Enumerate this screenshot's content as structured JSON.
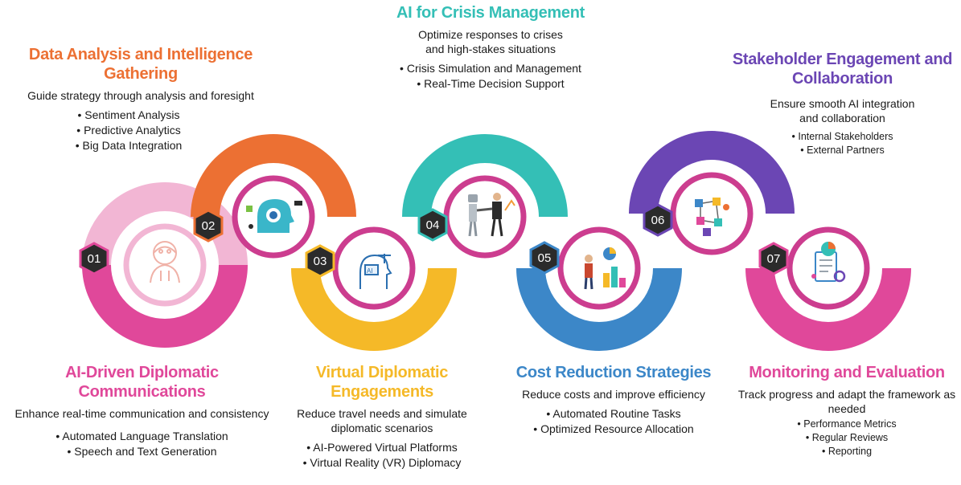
{
  "colors": {
    "s1": "#e0489a",
    "s1_light": "#f2b6d4",
    "s2": "#ec7033",
    "s3": "#f5b928",
    "s4": "#34bfb6",
    "s5": "#3c87c8",
    "s6": "#6b46b4",
    "s7": "#e0489a",
    "ring": "#cc3d8f",
    "hex": "#2b2b2b"
  },
  "steps": [
    {
      "num": "01",
      "icon": "ai-humanoid-icon",
      "title": "AI-Driven Diplomatic Communications",
      "description": "Enhance real-time communication and consistency",
      "bullets": [
        "Automated Language Translation",
        "Speech and Text Generation"
      ]
    },
    {
      "num": "02",
      "icon": "ai-head-gear-icon",
      "title": "Data Analysis and Intelligence Gathering",
      "description": "Guide strategy through analysis and foresight",
      "bullets": [
        "Sentiment Analysis",
        "Predictive Analytics",
        "Big Data Integration"
      ]
    },
    {
      "num": "03",
      "icon": "ai-scales-icon",
      "title": "Virtual Diplomatic Engagements",
      "description": "Reduce travel needs and simulate diplomatic scenarios",
      "bullets": [
        "AI-Powered Virtual Platforms",
        "Virtual Reality (VR) Diplomacy"
      ]
    },
    {
      "num": "04",
      "icon": "robot-handshake-icon",
      "title": "AI for Crisis Management",
      "description": "Optimize responses to crises and high-stakes situations",
      "bullets": [
        "Crisis Simulation and Management",
        "Real-Time Decision Support"
      ]
    },
    {
      "num": "05",
      "icon": "cost-reduction-team-icon",
      "title": "Cost Reduction Strategies",
      "description": "Reduce costs and improve efficiency",
      "bullets": [
        "Automated Routine Tasks",
        "Optimized Resource Allocation"
      ]
    },
    {
      "num": "06",
      "icon": "collaboration-network-icon",
      "title": "Stakeholder Engagement and Collaboration",
      "description": "Ensure smooth AI integration and collaboration",
      "bullets": [
        "Internal Stakeholders",
        "External Partners"
      ]
    },
    {
      "num": "07",
      "icon": "monitoring-dashboard-icon",
      "title": "Monitoring and Evaluation",
      "description": "Track progress and adapt the framework as needed",
      "bullets": [
        "Performance Metrics",
        "Regular Reviews",
        "Reporting"
      ]
    }
  ]
}
